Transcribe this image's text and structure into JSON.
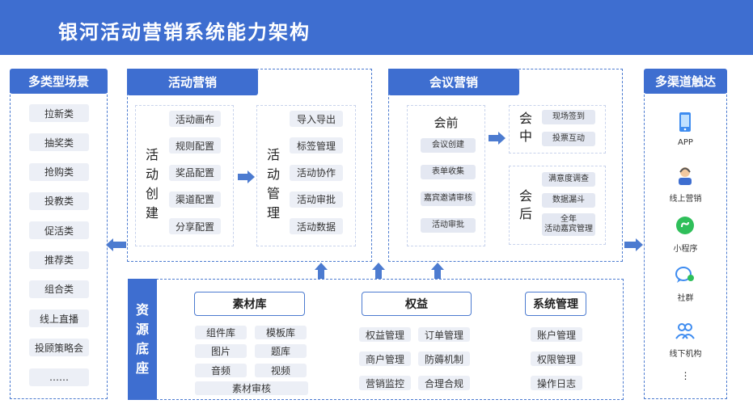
{
  "header": {
    "title": "银河活动营销系统能力架构"
  },
  "scenes": {
    "title": "多类型场景",
    "items": [
      "拉新类",
      "抽奖类",
      "抢购类",
      "投教类",
      "促活类",
      "推荐类",
      "组合类",
      "线上直播",
      "投顾策略会",
      "……"
    ]
  },
  "activity": {
    "title": "活动营销",
    "create": {
      "label": "活动\n创建",
      "items": [
        "活动画布",
        "规则配置",
        "奖品配置",
        "渠道配置",
        "分享配置"
      ]
    },
    "manage": {
      "label": "活动\n管理",
      "items": [
        "导入导出",
        "标签管理",
        "活动协作",
        "活动审批",
        "活动数据"
      ]
    }
  },
  "meeting": {
    "title": "会议营销",
    "before": {
      "label": "会前",
      "items": [
        "会议创建",
        "表单收集",
        "嘉宾邀请审核",
        "活动审批"
      ]
    },
    "during": {
      "label": "会\n中",
      "items": [
        "现场签到",
        "投票互动"
      ]
    },
    "after": {
      "label": "会\n后",
      "items": [
        "满意度调查",
        "数据漏斗",
        "全年\n活动嘉宾管理"
      ]
    }
  },
  "channels": {
    "title": "多渠道触达",
    "items": [
      {
        "label": "APP",
        "icon": "phone-icon",
        "color": "#3e8cf0"
      },
      {
        "label": "线上营销",
        "icon": "agent-icon",
        "color": "#3e6ed0"
      },
      {
        "label": "小程序",
        "icon": "mini-program-icon",
        "color": "#2fbf5a"
      },
      {
        "label": "社群",
        "icon": "chat-group-icon",
        "color": "#3e8cf0"
      },
      {
        "label": "线下机构",
        "icon": "people-icon",
        "color": "#3e8cf0"
      }
    ],
    "more": "⋮"
  },
  "base": {
    "label": "资\n源\n底\n座",
    "material": {
      "title": "素材库",
      "items": [
        "组件库",
        "模板库",
        "图片",
        "题库",
        "音频",
        "视频"
      ],
      "wide": "素材审核"
    },
    "rights": {
      "title": "权益",
      "items": [
        "权益管理",
        "订单管理",
        "商户管理",
        "防薅机制",
        "营销监控",
        "合理合规"
      ]
    },
    "system": {
      "title": "系统管理",
      "items": [
        "账户管理",
        "权限管理",
        "操作日志"
      ]
    }
  }
}
